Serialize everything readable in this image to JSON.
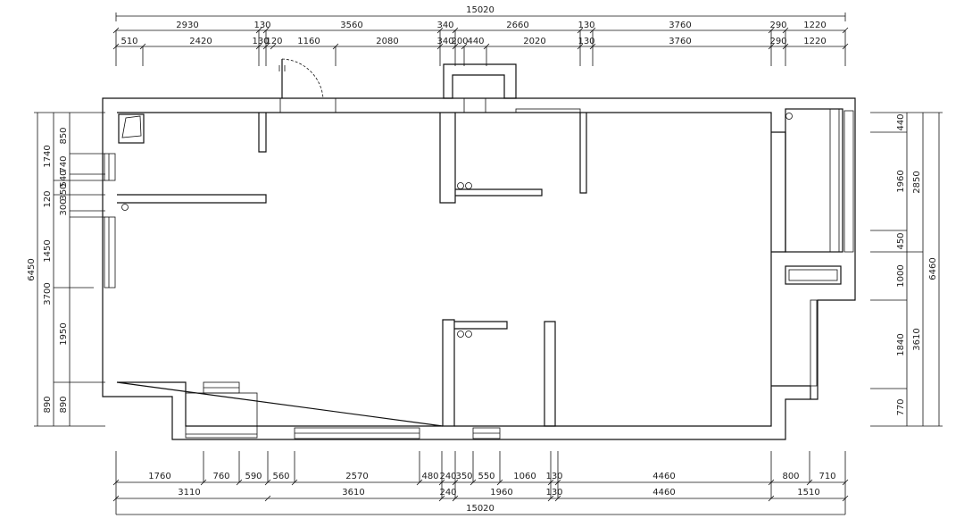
{
  "diagram": {
    "top": {
      "overall": "15020",
      "row1": [
        "2930",
        "130",
        "3560",
        "340",
        "2660",
        "130",
        "3760",
        "290",
        "1220"
      ],
      "row2": [
        "510",
        "2420",
        "130",
        "120",
        "1160",
        "2080",
        "340",
        "200",
        "440",
        "2020",
        "130",
        "3760",
        "290",
        "1220"
      ]
    },
    "bottom": {
      "row1": [
        "1760",
        "760",
        "590",
        "560",
        "2570",
        "480",
        "240",
        "350",
        "550",
        "1060",
        "130",
        "4460",
        "800",
        "710"
      ],
      "row2": [
        "3110",
        "3610",
        "240",
        "1960",
        "130",
        "4460",
        "1510"
      ],
      "overall": "15020"
    },
    "left": {
      "overall": "6450",
      "outer": [
        "1740",
        "120",
        "1450",
        "3700",
        "1950",
        "890"
      ],
      "inner": [
        "850",
        "740",
        "540",
        "350",
        "300",
        "890"
      ]
    },
    "right": {
      "overall": "6460",
      "outer": [
        "2850",
        "3610"
      ],
      "inner": [
        "440",
        "1960",
        "450",
        "1000",
        "1840",
        "770"
      ]
    }
  }
}
